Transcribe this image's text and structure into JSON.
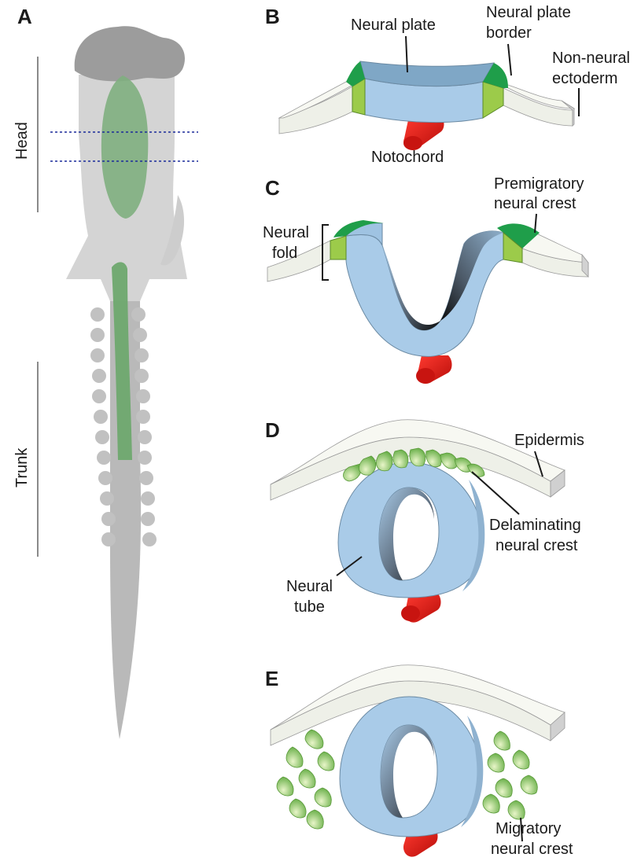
{
  "panels": {
    "a": {
      "letter": "A",
      "head_label": "Head",
      "trunk_label": "Trunk"
    },
    "b": {
      "letter": "B",
      "neural_plate": "Neural plate",
      "border_line1": "Neural plate",
      "border_line2": "border",
      "nonneural_line1": "Non-neural",
      "nonneural_line2": "ectoderm",
      "notochord": "Notochord"
    },
    "c": {
      "letter": "C",
      "premig_line1": "Premigratory",
      "premig_line2": "neural crest",
      "fold_line1": "Neural",
      "fold_line2": "fold"
    },
    "d": {
      "letter": "D",
      "epidermis": "Epidermis",
      "delam_line1": "Delaminating",
      "delam_line2": "neural crest",
      "tube_line1": "Neural",
      "tube_line2": "tube"
    },
    "e": {
      "letter": "E",
      "mig_line1": "Migratory",
      "mig_line2": "neural crest"
    }
  },
  "colors": {
    "neural_tissue": "#a9cbe8",
    "neural_plate_border": "#9ccb4a",
    "neural_crest_top": "#1f9e4a",
    "ectoderm": "#eef0e8",
    "notochord": "#e0201c",
    "embryo_gray": "#c6c6c6",
    "neural_tube_green": "#6ea86e"
  }
}
